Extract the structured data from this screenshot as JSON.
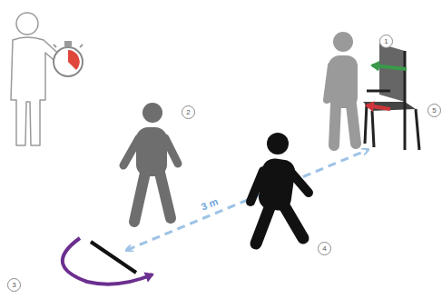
{
  "diagram": {
    "labels": [
      "1",
      "2",
      "3",
      "4",
      "5",
      "3 m"
    ]
  }
}
